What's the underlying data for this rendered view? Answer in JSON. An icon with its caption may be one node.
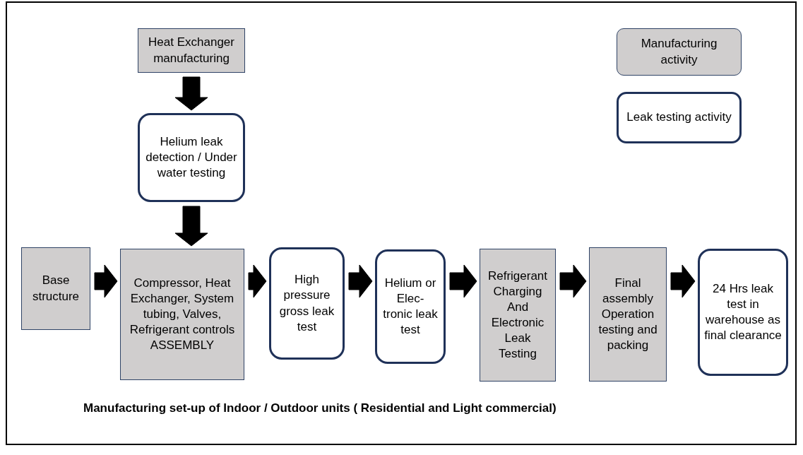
{
  "diagram": {
    "caption": "Manufacturing set-up of Indoor / Outdoor units ( Residential and Light commercial)",
    "nodes": [
      {
        "text": [
          "Heat Exchanger manufacturing"
        ]
      },
      {
        "text": [
          "Helium leak detection / Under water testing"
        ]
      },
      {
        "text": [
          "Base structure"
        ]
      },
      {
        "text": [
          "Compressor, Heat Exchanger, System tubing, Valves, Refrigerant controls ASSEMBLY"
        ]
      },
      {
        "text": [
          "High pressure gross leak test"
        ]
      },
      {
        "text": [
          "Helium or Elec- tronic leak test"
        ]
      },
      {
        "text": [
          "Refrigerant Charging And Electronic Leak Testing"
        ]
      },
      {
        "text": [
          "Final assembly Operation testing and packing"
        ]
      },
      {
        "text": [
          "24 Hrs leak test in warehouse as final clearance"
        ]
      }
    ],
    "edges": [
      {
        "from": 0,
        "to": 1,
        "arrow": "to"
      },
      {
        "from": 1,
        "to": 3,
        "arrow": "to"
      },
      {
        "from": 2,
        "to": 3,
        "arrow": "to"
      },
      {
        "from": 3,
        "to": 4,
        "arrow": "to"
      },
      {
        "from": 4,
        "to": 5,
        "arrow": "to"
      },
      {
        "from": 5,
        "to": 6,
        "arrow": "to"
      },
      {
        "from": 6,
        "to": 7,
        "arrow": "to"
      },
      {
        "from": 7,
        "to": 8,
        "arrow": "to"
      }
    ],
    "legend": [
      {
        "text": "Manufacturing activity",
        "color": "#d0cece"
      },
      {
        "text": "Leak testing activity",
        "color": "#ffffff"
      }
    ]
  }
}
